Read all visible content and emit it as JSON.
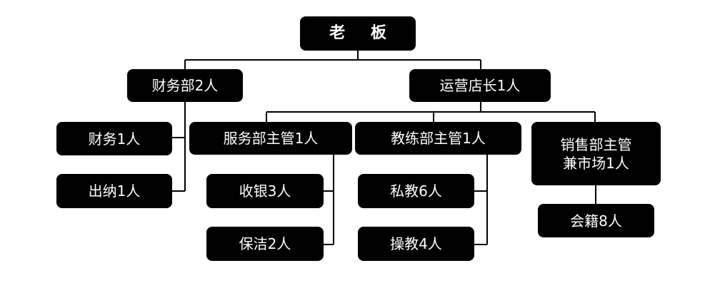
{
  "chart": {
    "boss": "老 板",
    "finance_dept": "财务部2人",
    "operations_manager": "运营店长1人",
    "finance_staff": "财务1人",
    "cashier": "出纳1人",
    "service_supervisor": "服务部主管1人",
    "coach_supervisor": "教练部主管1人",
    "sales_supervisor": "销售部主管\n兼市场1人",
    "checkout": "收银3人",
    "cleaning": "保洁2人",
    "private_coach": "私教6人",
    "group_coach": "操教4人",
    "membership": "会籍8人"
  },
  "colors": {
    "box": "#000000",
    "text": "#ffffff",
    "line": "#000000"
  }
}
